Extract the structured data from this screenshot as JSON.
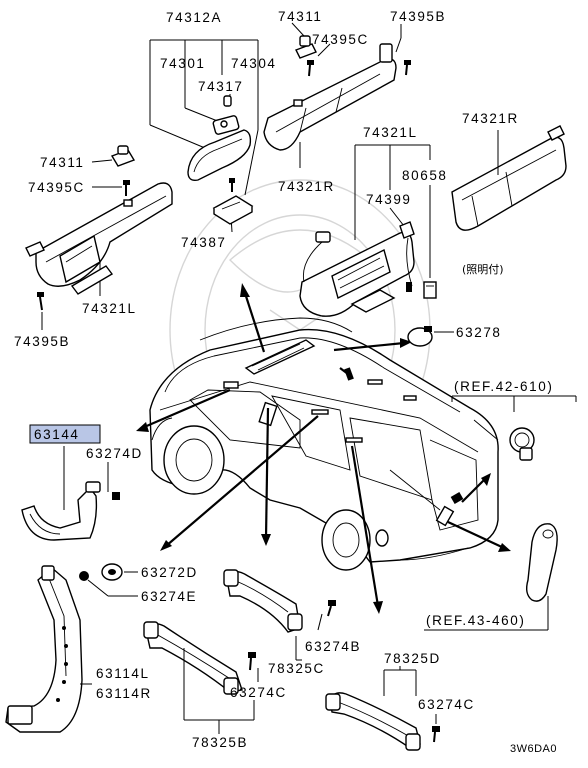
{
  "labels": {
    "p74312A": "74312A",
    "p74301": "74301",
    "p74304": "74304",
    "p74317": "74317",
    "p74387": "74387",
    "p74311_top": "74311",
    "p74395C_top": "74395C",
    "p74395B_top": "74395B",
    "p74321R_top": "74321R",
    "p74321R_right": "74321R",
    "p74321L_mid": "74321L",
    "p80658": "80658",
    "p74399": "74399",
    "lighted": "(照明付)",
    "p63278": "63278",
    "p74311_left": "74311",
    "p74395C_left": "74395C",
    "p74321L_left": "74321L",
    "p74395B_left": "74395B",
    "p63144": "63144",
    "p63274D": "63274D",
    "ref42": "(REF.42-610)",
    "p63272D": "63272D",
    "p63274E": "63274E",
    "p63114L": "63114L",
    "p63114R": "63114R",
    "p63274B": "63274B",
    "p78325C": "78325C",
    "ref43": "(REF.43-460)",
    "p78325D": "78325D",
    "p63274C_mid": "63274C",
    "p63274C_right": "63274C",
    "p78325B": "78325B",
    "code": "3W6DA0"
  },
  "highlight_color": "#b9c6e6"
}
